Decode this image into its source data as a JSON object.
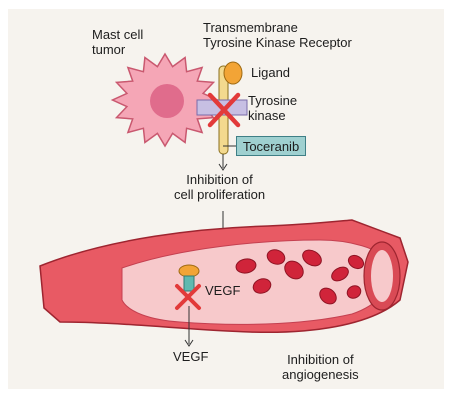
{
  "colors": {
    "panel": "#f6f3ee",
    "cell": "#f5a6b6",
    "nucleus": "#e06c8c",
    "receptor": "#f3d98e",
    "ligand": "#f2a436",
    "kinase": "#c7bfe3",
    "inhibit_x": "#e23a3a",
    "drug_box": "#9fd0d0",
    "vessel_wall": "#e85a64",
    "vessel_lumen": "#f7c9cb",
    "rbc": "#d0243a"
  },
  "labels": {
    "tumor": "Mast cell\ntumor",
    "receptor": "Transmembrane\nTyrosine Kinase Receptor",
    "ligand": "Ligand",
    "kinase": "Tyrosine\nkinase",
    "drug": "Toceranib",
    "inhibition_prolif": "Inhibition of\ncell proliferation",
    "vegf_inner": "VEGF",
    "vegf_outer": "VEGF",
    "inhibition_angio": "Inhibition of\nangiogenesis"
  }
}
